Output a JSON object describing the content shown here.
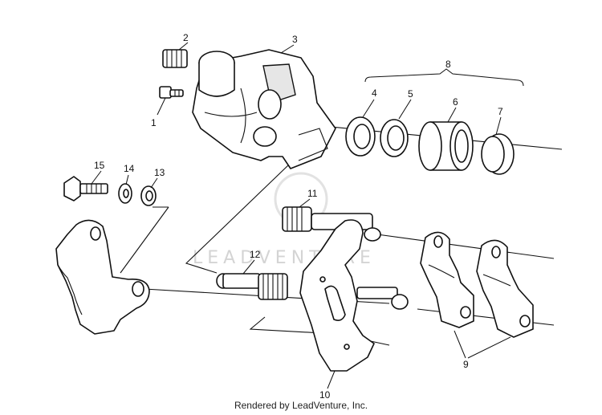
{
  "diagram": {
    "callouts": {
      "c1": "1",
      "c2": "2",
      "c3": "3",
      "c4": "4",
      "c5": "5",
      "c6": "6",
      "c7": "7",
      "c8": "8",
      "c9": "9",
      "c10": "10",
      "c11": "11",
      "c12": "12",
      "c13": "13",
      "c14": "14",
      "c15": "15"
    },
    "watermark": "LEADVENTURE",
    "footer": "Rendered by LeadVenture, Inc."
  }
}
